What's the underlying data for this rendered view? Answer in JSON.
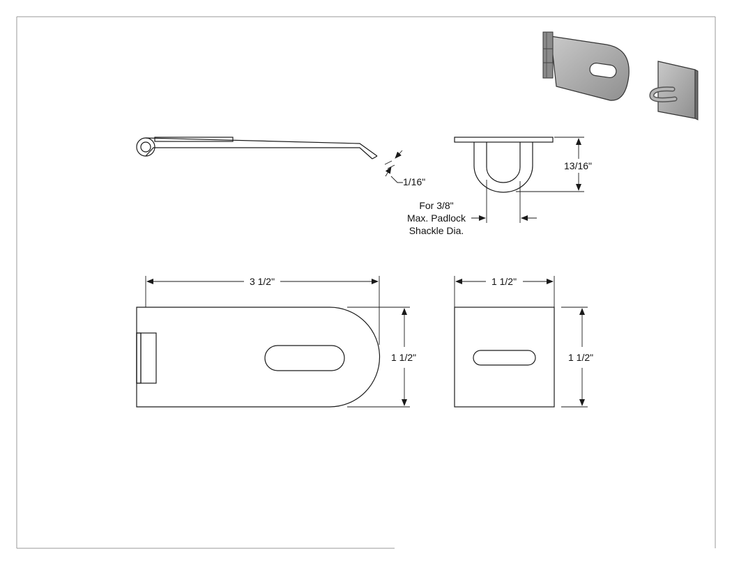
{
  "labels": {
    "thickness": "1/16\"",
    "staple_height": "13/16\"",
    "padlock_note_line1": "For 3/8\"",
    "padlock_note_line2": "Max. Padlock",
    "padlock_note_line3": "Shackle Dia.",
    "hasp_length": "3 1/2\"",
    "hasp_width": "1 1/2\"",
    "staple_plate_width": "1 1/2\"",
    "staple_plate_height": "1 1/2\""
  },
  "colors": {
    "line": "#1a1a1a",
    "frame": "#9a9a9a",
    "render_metal": "#a8a8a8",
    "render_shadow": "#6e6e6e"
  }
}
